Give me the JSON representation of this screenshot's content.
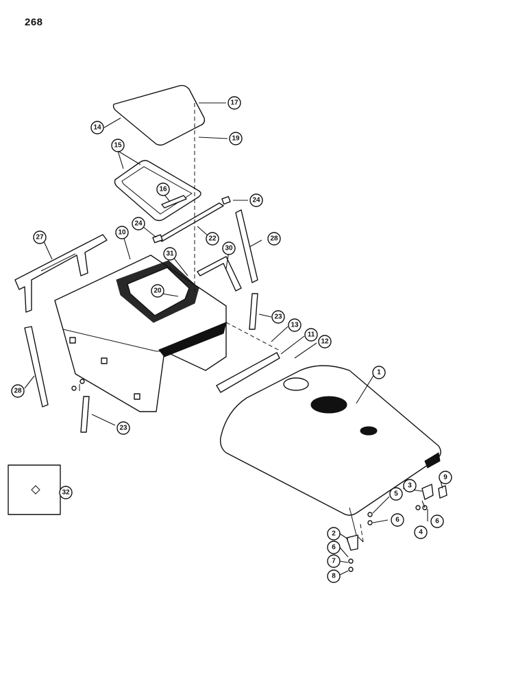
{
  "page_number": "268",
  "diagram": {
    "callouts": [
      {
        "id": "c1",
        "label": "1"
      },
      {
        "id": "c2",
        "label": "2"
      },
      {
        "id": "c3",
        "label": "3"
      },
      {
        "id": "c4",
        "label": "4"
      },
      {
        "id": "c5",
        "label": "5"
      },
      {
        "id": "c6a",
        "label": "6"
      },
      {
        "id": "c6b",
        "label": "6"
      },
      {
        "id": "c6c",
        "label": "6"
      },
      {
        "id": "c7",
        "label": "7"
      },
      {
        "id": "c8",
        "label": "8"
      },
      {
        "id": "c9",
        "label": "9"
      },
      {
        "id": "c10",
        "label": "10"
      },
      {
        "id": "c11",
        "label": "11"
      },
      {
        "id": "c12",
        "label": "12"
      },
      {
        "id": "c13",
        "label": "13"
      },
      {
        "id": "c14",
        "label": "14"
      },
      {
        "id": "c15",
        "label": "15"
      },
      {
        "id": "c16",
        "label": "16"
      },
      {
        "id": "c17",
        "label": "17"
      },
      {
        "id": "c19",
        "label": "19"
      },
      {
        "id": "c20",
        "label": "20"
      },
      {
        "id": "c22",
        "label": "22"
      },
      {
        "id": "c23a",
        "label": "23"
      },
      {
        "id": "c23b",
        "label": "23"
      },
      {
        "id": "c24a",
        "label": "24"
      },
      {
        "id": "c24b",
        "label": "24"
      },
      {
        "id": "c27",
        "label": "27"
      },
      {
        "id": "c28a",
        "label": "28"
      },
      {
        "id": "c28b",
        "label": "28"
      },
      {
        "id": "c30",
        "label": "30"
      },
      {
        "id": "c31",
        "label": "31"
      },
      {
        "id": "c32",
        "label": "32"
      }
    ]
  }
}
